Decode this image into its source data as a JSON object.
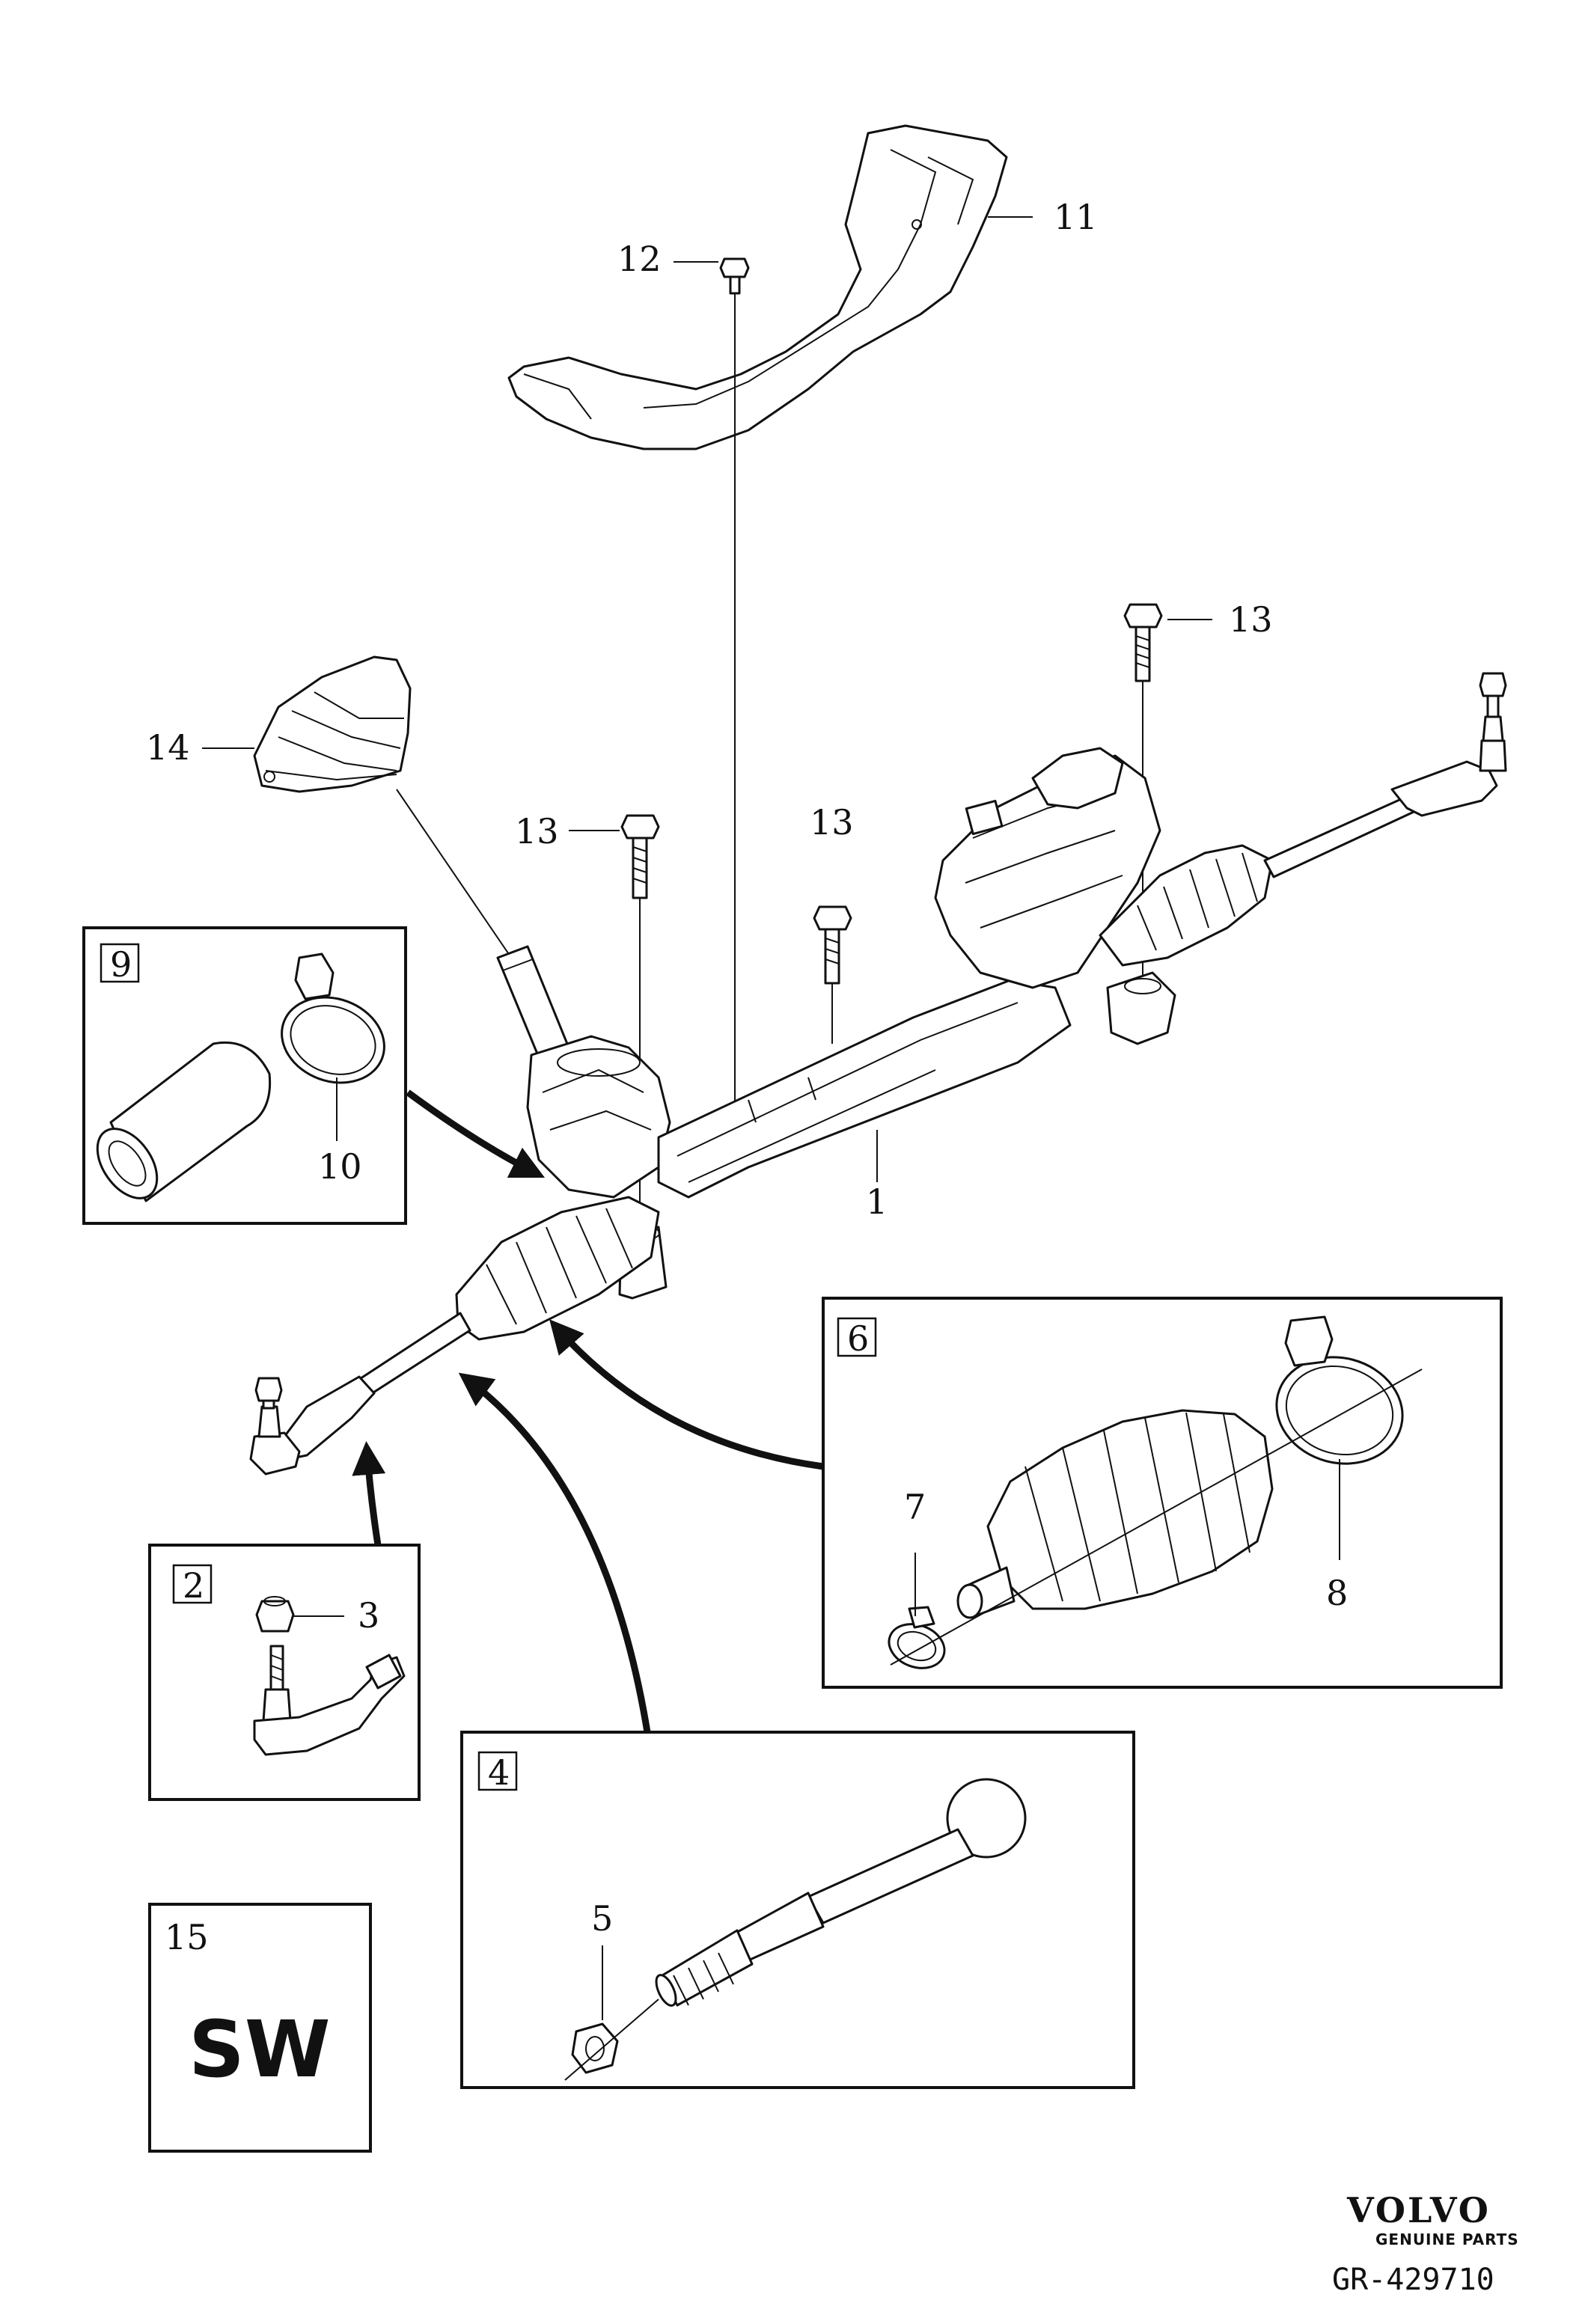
{
  "diagram": {
    "callouts": {
      "c1": "1",
      "c2": "2",
      "c3": "3",
      "c4": "4",
      "c5": "5",
      "c6": "6",
      "c7": "7",
      "c8": "8",
      "c9": "9",
      "c10": "10",
      "c11": "11",
      "c12": "12",
      "c13a": "13",
      "c13b": "13",
      "c13c": "13",
      "c14": "14",
      "c15": "15"
    },
    "sw_badge": "SW"
  },
  "footer": {
    "brand": "VOLVO",
    "subtitle": "GENUINE PARTS",
    "ref_code": "GR-429710"
  }
}
